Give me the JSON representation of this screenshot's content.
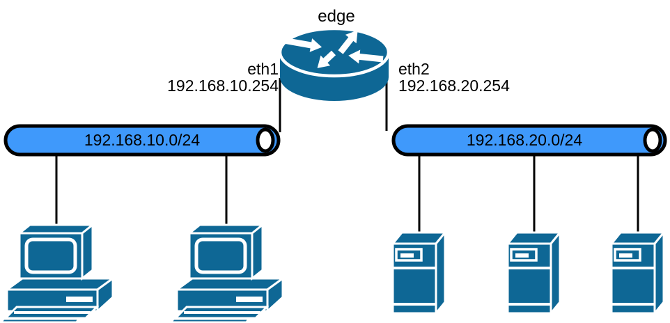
{
  "diagram_type": "network-topology",
  "colors": {
    "device": "#0e6795",
    "segment": "#3f99fb",
    "line": "#000000",
    "text": "#000000",
    "background": "#ffffff"
  },
  "router": {
    "label": "edge"
  },
  "interfaces": {
    "eth1": {
      "label": "eth1",
      "ip": "192.168.10.254"
    },
    "eth2": {
      "label": "eth2",
      "ip": "192.168.20.254"
    }
  },
  "segments": {
    "lan10": {
      "cidr": "192.168.10.0/24",
      "hosts": {
        "type": "workstation",
        "count": 2
      }
    },
    "lan20": {
      "cidr": "192.168.20.0/24",
      "hosts": {
        "type": "server",
        "count": 3
      }
    }
  }
}
